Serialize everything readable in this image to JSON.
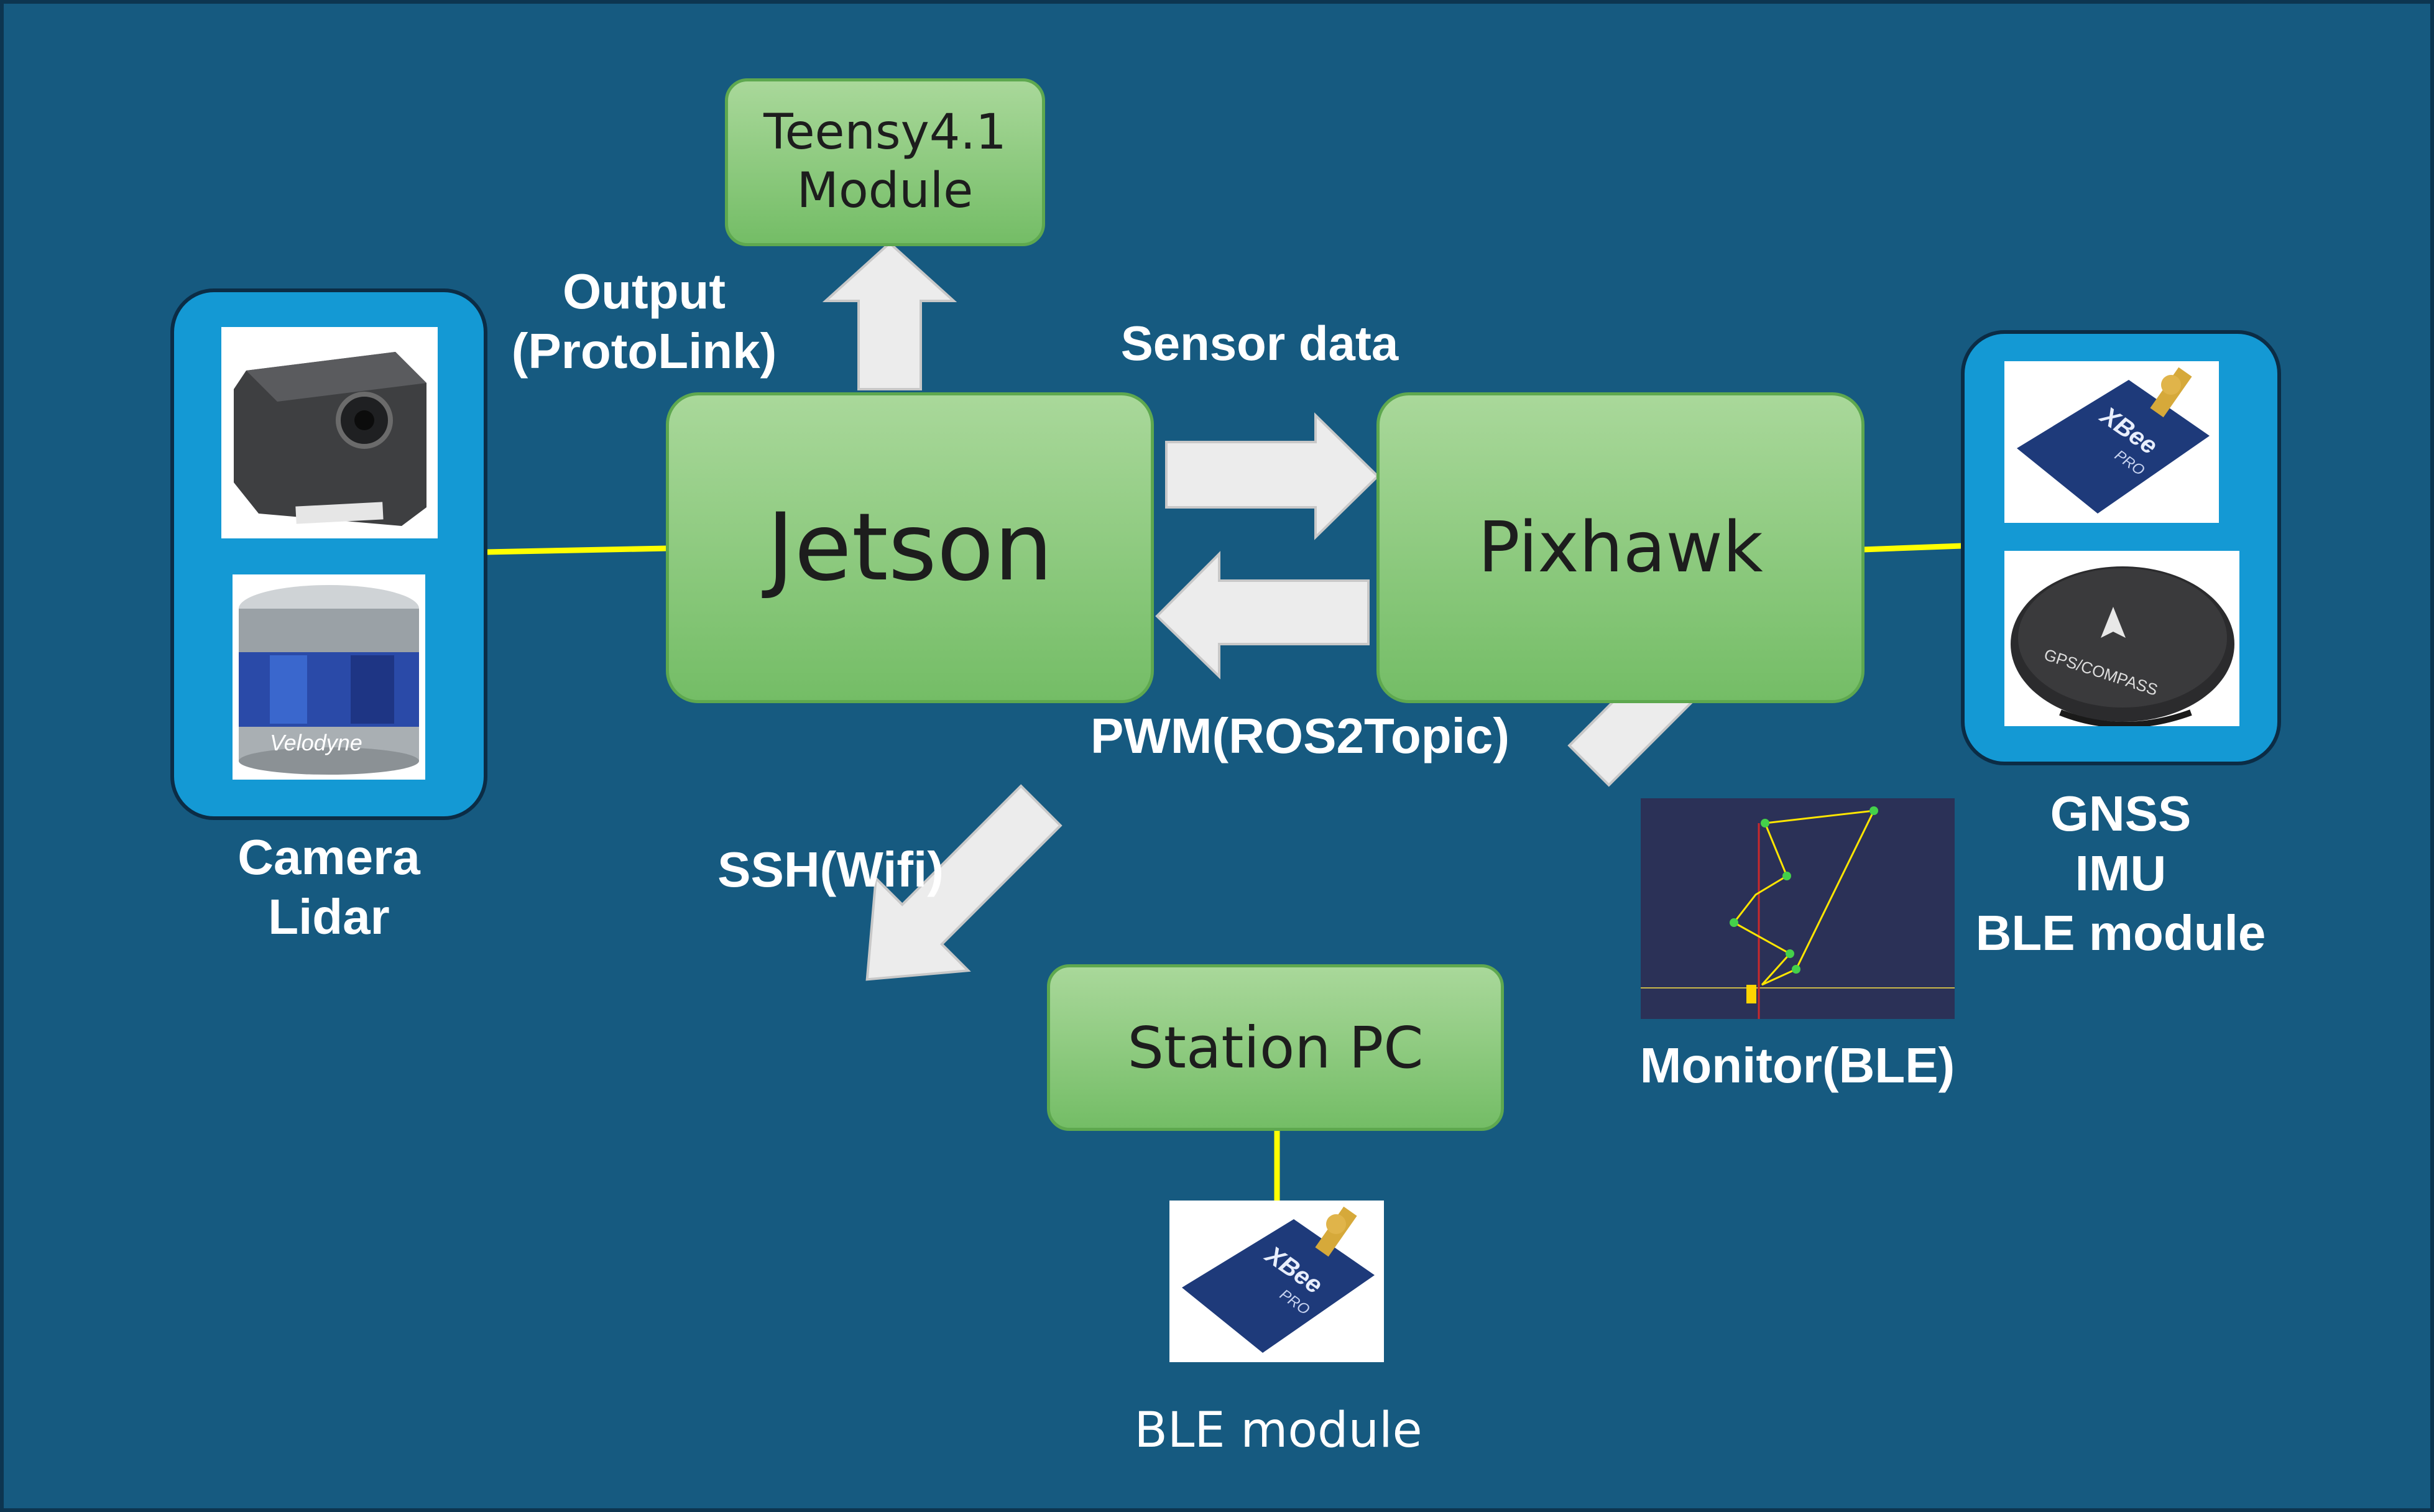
{
  "nodes": {
    "teensy": "Teensy4.1\nModule",
    "jetson": "Jetson",
    "pixhawk": "Pixhawk",
    "station": "Station PC"
  },
  "labels": {
    "output": "Output\n(ProtoLink)",
    "sensor_data": "Sensor data",
    "pwm": "PWM(ROS2Topic)",
    "ssh": "SSH(Wifi)",
    "monitor": "Monitor(BLE)",
    "camera_lidar": "Camera\nLidar",
    "gnss_group": "GNSS\nIMU\nBLE module",
    "ble_module": "BLE module"
  },
  "images": {
    "lidar_brand": "Velodyne",
    "xbee_brand": "XBee",
    "xbee_sub": "PRO",
    "gps_puck": "GPS/COMPASS"
  },
  "colors": {
    "background": "#165a80",
    "node_fill": "#8fcc80",
    "group_fill": "#1499d4",
    "connector": "#ffff00",
    "arrow": "#ececec"
  }
}
